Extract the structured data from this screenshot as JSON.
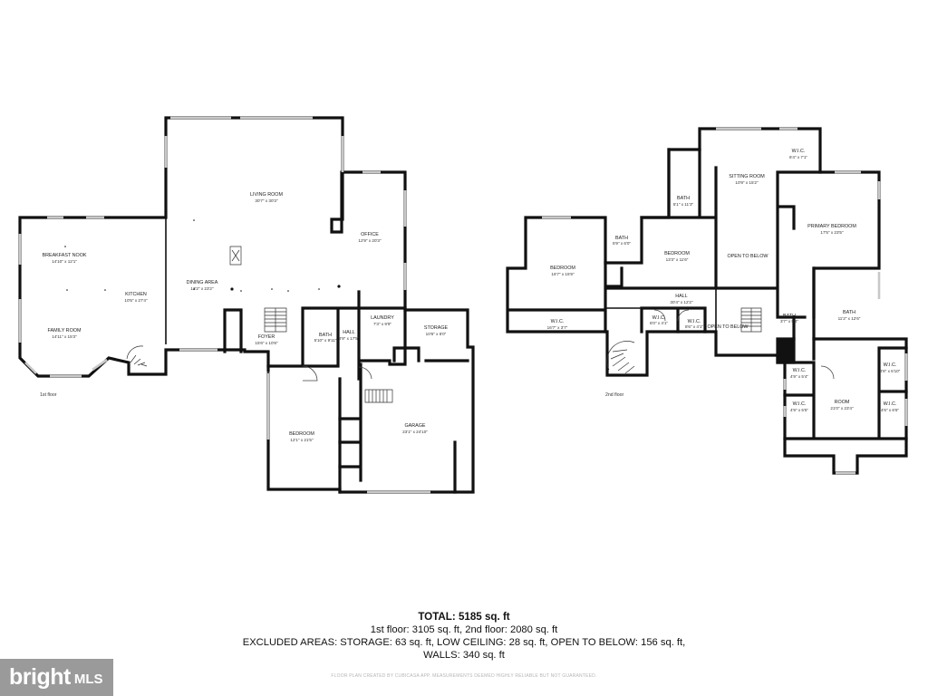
{
  "floors": [
    {
      "label": "1st floor",
      "rooms": [
        {
          "id": "breakfast-nook",
          "name": "BREAKFAST NOOK",
          "dims": "14'10\" x 12'1\""
        },
        {
          "id": "family-room",
          "name": "FAMILY ROOM",
          "dims": "14'11\" x 15'3\""
        },
        {
          "id": "kitchen",
          "name": "KITCHEN",
          "dims": "10'5\" x 27'4\""
        },
        {
          "id": "living-room",
          "name": "LIVING ROOM",
          "dims": "30'7\" x 30'3\""
        },
        {
          "id": "dining-area",
          "name": "DINING AREA",
          "dims": "13'2\" x 23'2\""
        },
        {
          "id": "office",
          "name": "OFFICE",
          "dims": "12'9\" x 20'3\""
        },
        {
          "id": "foyer",
          "name": "FOYER",
          "dims": "15'6\" x 10'8\""
        },
        {
          "id": "bath-1",
          "name": "BATH",
          "dims": "5'10\" x 9'11\""
        },
        {
          "id": "hall-1",
          "name": "HALL",
          "dims": "3'9\" x 17'5\""
        },
        {
          "id": "laundry",
          "name": "LAUNDRY",
          "dims": "7'3\" x 9'9\""
        },
        {
          "id": "storage",
          "name": "STORAGE",
          "dims": "10'6\" x 6'0\""
        },
        {
          "id": "bedroom-1",
          "name": "BEDROOM",
          "dims": "12'1\" x 21'5\""
        },
        {
          "id": "garage",
          "name": "GARAGE",
          "dims": "23'1\" x 24'10\""
        }
      ]
    },
    {
      "label": "2nd floor",
      "rooms": [
        {
          "id": "wic-top",
          "name": "W.I.C.",
          "dims": "6'4\" x 7'1\""
        },
        {
          "id": "sitting-room",
          "name": "SITTING ROOM",
          "dims": "10'9\" x 15'2\""
        },
        {
          "id": "bath-2a",
          "name": "BATH",
          "dims": "5'1\" x 11'3\""
        },
        {
          "id": "primary-bedroom",
          "name": "PRIMARY BEDROOM",
          "dims": "17'5\" x 23'5\""
        },
        {
          "id": "bath-2b",
          "name": "BATH",
          "dims": "5'9\" x 6'0\""
        },
        {
          "id": "bedroom-2a",
          "name": "BEDROOM",
          "dims": "16'7\" x 15'9\""
        },
        {
          "id": "bedroom-2b",
          "name": "BEDROOM",
          "dims": "13'3\" x 11'6\""
        },
        {
          "id": "open-below-1",
          "name": "OPEN TO BELOW",
          "dims": ""
        },
        {
          "id": "hall-2",
          "name": "HALL",
          "dims": "30'4\" x 12'2\""
        },
        {
          "id": "wic-2a",
          "name": "W.I.C.",
          "dims": "16'7\" x 3'7\""
        },
        {
          "id": "wic-2b",
          "name": "W.I.C.",
          "dims": "6'0\" x 4'1\""
        },
        {
          "id": "wic-2c",
          "name": "W.I.C.",
          "dims": "8'6\" x 4'1\""
        },
        {
          "id": "open-below-2",
          "name": "OPEN TO BELOW",
          "dims": ""
        },
        {
          "id": "bath-2c",
          "name": "BATH",
          "dims": "3'7\" x 5'4\""
        },
        {
          "id": "bath-2d",
          "name": "BATH",
          "dims": "11'2\" x 12'6\""
        },
        {
          "id": "wic-2d",
          "name": "W.I.C.",
          "dims": "4'9\" x 5'4\""
        },
        {
          "id": "wic-2e",
          "name": "W.I.C.",
          "dims": "4'6\" x 6'10\""
        },
        {
          "id": "wic-2f",
          "name": "W.I.C.",
          "dims": "4'9\" x 5'5\""
        },
        {
          "id": "room-2",
          "name": "ROOM",
          "dims": "21'0\" x 23'4\""
        },
        {
          "id": "wic-2g",
          "name": "W.I.C.",
          "dims": "4'6\" x 6'6\""
        }
      ]
    }
  ],
  "summary": {
    "total": "TOTAL: 5185 sq. ft",
    "floors": "1st floor: 3105 sq. ft, 2nd floor: 2080 sq. ft",
    "excluded": "EXCLUDED AREAS: STORAGE: 63 sq. ft, LOW CEILING: 28 sq. ft, OPEN TO BELOW: 156 sq. ft,",
    "walls": "WALLS: 340 sq. ft"
  },
  "credit": "FLOOR PLAN CREATED BY CUBICASA APP. MEASUREMENTS DEEMED HIGHLY RELIABLE BUT NOT GUARANTEED.",
  "logo": {
    "brand": "bright",
    "suffix": "MLS"
  },
  "colors": {
    "wall": "#111111",
    "window": "#c8c8c8",
    "logo_bg": "#9a9a9a"
  }
}
